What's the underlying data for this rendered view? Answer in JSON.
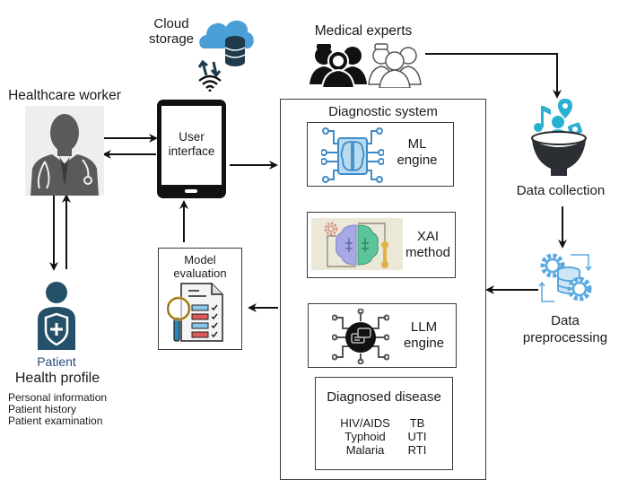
{
  "nodes": {
    "cloud_storage": {
      "label_line1": "Cloud",
      "label_line2": "storage"
    },
    "healthcare_worker": {
      "label": "Healthcare worker"
    },
    "user_interface": {
      "label_line1": "User",
      "label_line2": "interface"
    },
    "medical_experts": {
      "label": "Medical experts"
    },
    "diagnostic_system": {
      "label": "Diagnostic system"
    },
    "ml_engine": {
      "label_line1": "ML",
      "label_line2": "engine"
    },
    "xai_method": {
      "label_line1": "XAI",
      "label_line2": "method"
    },
    "llm_engine": {
      "label_line1": "LLM",
      "label_line2": "engine"
    },
    "diagnosed_disease": {
      "label": "Diagnosed disease",
      "diseases_left": [
        "HIV/AIDS",
        "Typhoid",
        "Malaria"
      ],
      "diseases_right": [
        "TB",
        "UTI",
        "RTI"
      ]
    },
    "model_evaluation": {
      "label_line1": "Model",
      "label_line2": "evaluation"
    },
    "patient": {
      "label": "Patient"
    },
    "health_profile": {
      "label": "Health profile",
      "items": [
        "Personal information",
        "Patient history",
        "Patient examination"
      ]
    },
    "data_collection": {
      "label": "Data collection"
    },
    "data_preprocessing": {
      "label_line1": "Data",
      "label_line2": "preprocessing"
    }
  },
  "colors": {
    "cloud_blue": "#4a9fd6",
    "dark_slate": "#1e3a4c",
    "worker_gray": "#5a5a5a",
    "patient_navy": "#25506a",
    "patient_label": "#2b4a7a",
    "ml_blue": "#3f8ac7",
    "teal": "#2ab0d0",
    "gear_blue": "#5aa9e0",
    "line": "#1a1a1a"
  }
}
